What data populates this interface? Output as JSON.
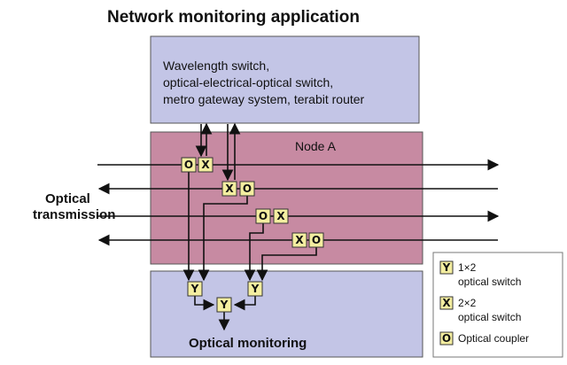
{
  "title": "Network monitoring application",
  "top_box": {
    "lines": [
      "Wavelength switch,",
      "optical-electrical-optical switch,",
      "metro gateway system, terabit router"
    ]
  },
  "node": {
    "label": "Node A"
  },
  "optical_transmission": {
    "line1": "Optical",
    "line2": "transmission"
  },
  "monitoring": {
    "label": "Optical monitoring"
  },
  "symbols": {
    "y": "Y",
    "x": "X",
    "o": "O"
  },
  "legend": {
    "items": [
      {
        "symbol": "Y",
        "line1": "1×2",
        "line2": "optical switch"
      },
      {
        "symbol": "X",
        "line1": "2×2",
        "line2": "optical switch"
      },
      {
        "symbol": "O",
        "line1": "Optical coupler",
        "line2": ""
      }
    ]
  },
  "colors": {
    "blue_box": "#c3c5e6",
    "node_box": "#c78aa2",
    "switch_fill": "#f4eea0",
    "line": "#111111"
  }
}
